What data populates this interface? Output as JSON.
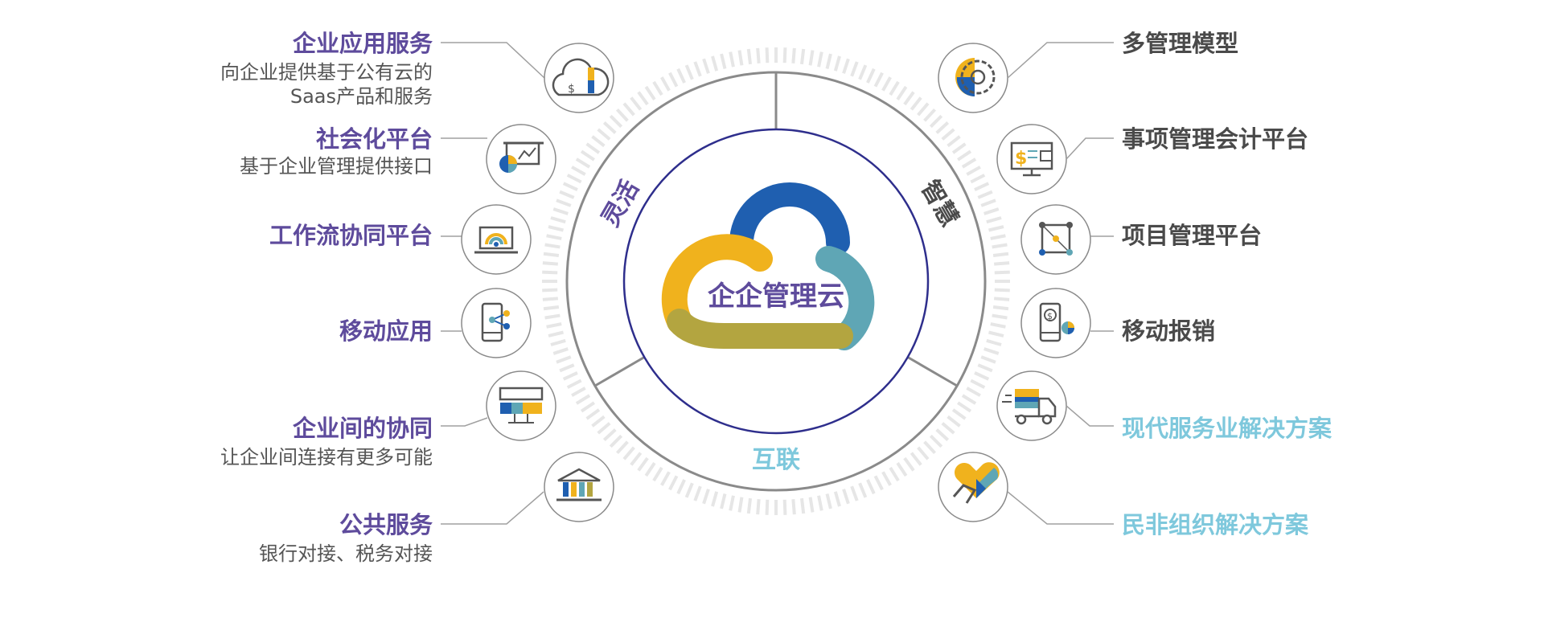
{
  "center": {
    "label": "企企管理云"
  },
  "segments": [
    {
      "label": "灵活",
      "color": "#5e4b9c"
    },
    {
      "label": "智慧",
      "color": "#4a4a4a"
    },
    {
      "label": "互联",
      "color": "#7ec8dc"
    }
  ],
  "left_items": [
    {
      "title": "企业应用服务",
      "desc": [
        "向企业提供基于公有云的",
        "Saas产品和服务"
      ],
      "icon": "cloud-finance-icon"
    },
    {
      "title": "社会化平台",
      "desc": [
        "基于企业管理提供接口"
      ],
      "icon": "presentation-chart-icon"
    },
    {
      "title": "工作流协同平台",
      "desc": [],
      "icon": "laptop-wifi-icon"
    },
    {
      "title": "移动应用",
      "desc": [],
      "icon": "mobile-share-icon"
    },
    {
      "title": "企业间的协同",
      "desc": [
        "让企业间连接有更多可能"
      ],
      "icon": "server-rack-icon"
    },
    {
      "title": "公共服务",
      "desc": [
        "银行对接、税务对接"
      ],
      "icon": "bank-building-icon"
    }
  ],
  "right_items": [
    {
      "title": "多管理模型",
      "icon": "globe-gear-icon",
      "color": "#4a4a4a"
    },
    {
      "title": "事项管理会计平台",
      "icon": "monitor-dollar-lock-icon",
      "color": "#4a4a4a"
    },
    {
      "title": "项目管理平台",
      "icon": "network-nodes-icon",
      "color": "#4a4a4a"
    },
    {
      "title": "移动报销",
      "icon": "mobile-dollar-icon",
      "color": "#4a4a4a"
    },
    {
      "title": "现代服务业解决方案",
      "icon": "delivery-truck-icon",
      "color": "#7ec8dc"
    },
    {
      "title": "民非组织解决方案",
      "icon": "heart-hand-icon",
      "color": "#7ec8dc"
    }
  ],
  "colors": {
    "purple": "#5e4b9c",
    "dark_text": "#4a4a4a",
    "light_blue": "#7ec8dc",
    "cloud_blue": "#1f5fb0",
    "cloud_yellow": "#f0b21d",
    "cloud_olive": "#b3a540",
    "cloud_teal": "#5fa6b5",
    "ring_gray": "#8a8a8a",
    "inner_ring": "#2e2e8c",
    "connector": "#a0a0a0"
  }
}
